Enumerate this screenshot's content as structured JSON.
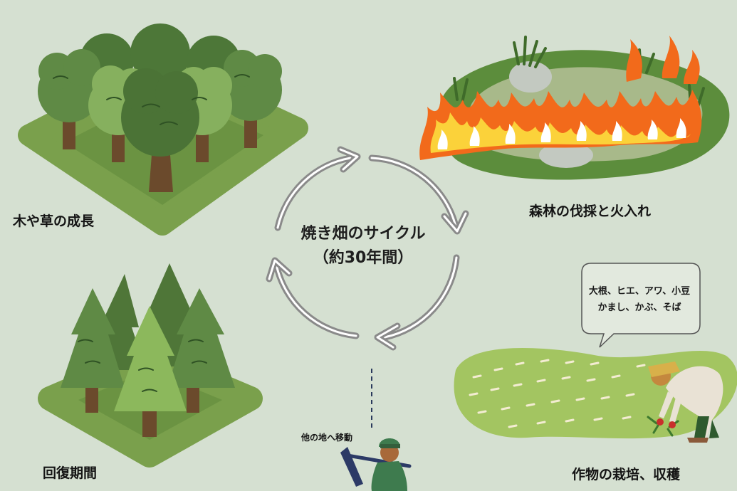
{
  "title": {
    "line1": "焼き畑のサイクル",
    "line2": "（約30年間）"
  },
  "stages": {
    "growth": "木や草の成長",
    "burning": "森林の伐採と火入れ",
    "cultivation": "作物の栽培、収穫",
    "recovery": "回復期間"
  },
  "move_label": "他の地へ移動",
  "crops": {
    "line1": "大根、ヒエ、アワ、小豆",
    "line2": "かまし、かぶ、そば"
  },
  "colors": {
    "background": "#d5e0d1",
    "ground": "#7ea04e",
    "tree_dark": "#4f7a3a",
    "tree_light": "#8cb85c",
    "flame": "#f26a1b",
    "arrow": "#8a8a8a"
  }
}
